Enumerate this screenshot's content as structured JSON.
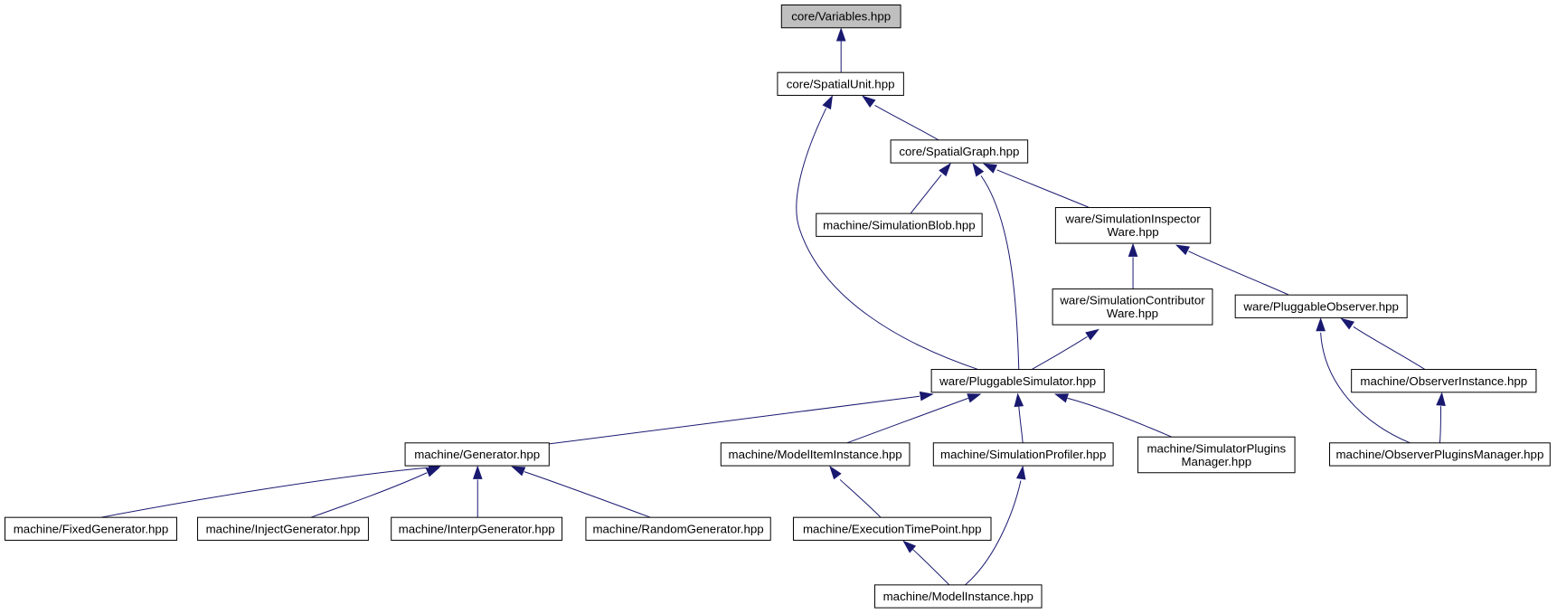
{
  "nodes": [
    {
      "id": "variables",
      "lines": [
        "core/Variables.hpp"
      ],
      "root": true
    },
    {
      "id": "spatialunit",
      "lines": [
        "core/SpatialUnit.hpp"
      ]
    },
    {
      "id": "spatialgraph",
      "lines": [
        "core/SpatialGraph.hpp"
      ]
    },
    {
      "id": "simulationblob",
      "lines": [
        "machine/SimulationBlob.hpp"
      ]
    },
    {
      "id": "siminspector",
      "lines": [
        "ware/SimulationInspector",
        "Ware.hpp"
      ]
    },
    {
      "id": "simcontributor",
      "lines": [
        "ware/SimulationContributor",
        "Ware.hpp"
      ]
    },
    {
      "id": "pluggableobserver",
      "lines": [
        "ware/PluggableObserver.hpp"
      ]
    },
    {
      "id": "pluggablesimulator",
      "lines": [
        "ware/PluggableSimulator.hpp"
      ]
    },
    {
      "id": "observerinstance",
      "lines": [
        "machine/ObserverInstance.hpp"
      ]
    },
    {
      "id": "generator",
      "lines": [
        "machine/Generator.hpp"
      ]
    },
    {
      "id": "modeliteminstance",
      "lines": [
        "machine/ModelItemInstance.hpp"
      ]
    },
    {
      "id": "simprofiler",
      "lines": [
        "machine/SimulationProfiler.hpp"
      ]
    },
    {
      "id": "simpluginsmanager",
      "lines": [
        "machine/SimulatorPlugins",
        "Manager.hpp"
      ]
    },
    {
      "id": "observerpluginsmanager",
      "lines": [
        "machine/ObserverPluginsManager.hpp"
      ]
    },
    {
      "id": "fixedgenerator",
      "lines": [
        "machine/FixedGenerator.hpp"
      ]
    },
    {
      "id": "injectgenerator",
      "lines": [
        "machine/InjectGenerator.hpp"
      ]
    },
    {
      "id": "interpgenerator",
      "lines": [
        "machine/InterpGenerator.hpp"
      ]
    },
    {
      "id": "randomgenerator",
      "lines": [
        "machine/RandomGenerator.hpp"
      ]
    },
    {
      "id": "executiontimepoint",
      "lines": [
        "machine/ExecutionTimePoint.hpp"
      ]
    },
    {
      "id": "modelinstance",
      "lines": [
        "machine/ModelInstance.hpp"
      ]
    }
  ],
  "edges": [
    {
      "from": "spatialunit",
      "to": "variables"
    },
    {
      "from": "spatialgraph",
      "to": "spatialunit"
    },
    {
      "from": "pluggablesimulator",
      "to": "spatialunit"
    },
    {
      "from": "simulationblob",
      "to": "spatialgraph"
    },
    {
      "from": "siminspector",
      "to": "spatialgraph"
    },
    {
      "from": "pluggablesimulator",
      "to": "spatialgraph"
    },
    {
      "from": "simcontributor",
      "to": "siminspector"
    },
    {
      "from": "pluggableobserver",
      "to": "siminspector"
    },
    {
      "from": "pluggablesimulator",
      "to": "simcontributor"
    },
    {
      "from": "observerinstance",
      "to": "pluggableobserver"
    },
    {
      "from": "observerpluginsmanager",
      "to": "pluggableobserver"
    },
    {
      "from": "observerpluginsmanager",
      "to": "observerinstance"
    },
    {
      "from": "generator",
      "to": "pluggablesimulator"
    },
    {
      "from": "modeliteminstance",
      "to": "pluggablesimulator"
    },
    {
      "from": "simprofiler",
      "to": "pluggablesimulator"
    },
    {
      "from": "simpluginsmanager",
      "to": "pluggablesimulator"
    },
    {
      "from": "fixedgenerator",
      "to": "generator"
    },
    {
      "from": "injectgenerator",
      "to": "generator"
    },
    {
      "from": "interpgenerator",
      "to": "generator"
    },
    {
      "from": "randomgenerator",
      "to": "generator"
    },
    {
      "from": "executiontimepoint",
      "to": "modeliteminstance"
    },
    {
      "from": "modelinstance",
      "to": "executiontimepoint"
    },
    {
      "from": "modelinstance",
      "to": "simprofiler"
    }
  ],
  "colors": {
    "edge": "#191970",
    "root_fill": "#bfbfbf",
    "node_fill": "#ffffff",
    "node_stroke": "#000000"
  }
}
